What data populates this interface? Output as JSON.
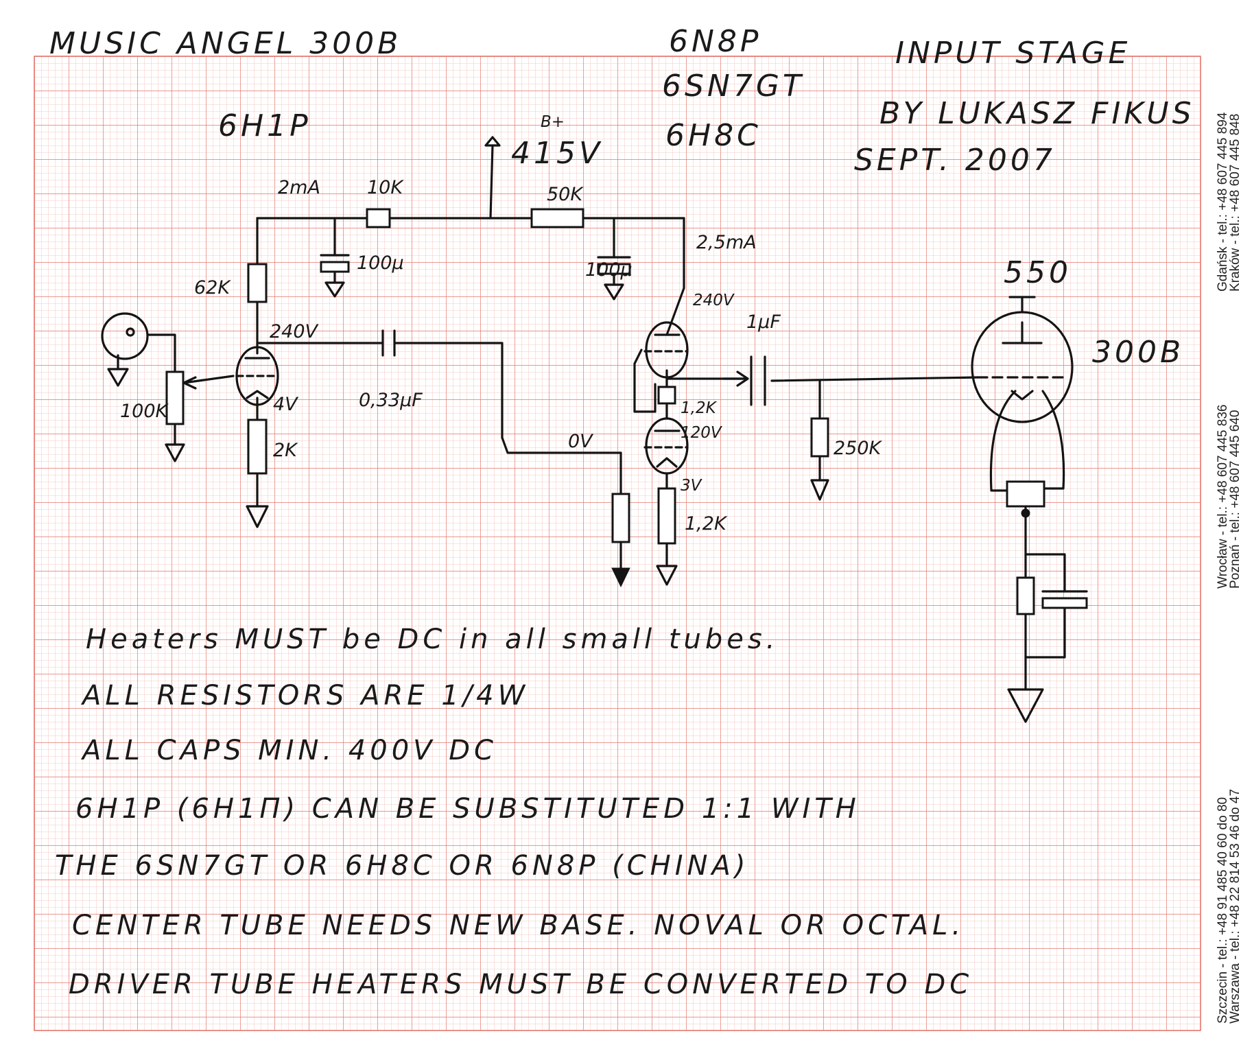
{
  "header": {
    "title": "MUSIC ANGEL 300B",
    "tubes": [
      "6N8P",
      "6SN7GT",
      "6H8C"
    ],
    "input_tube": "6H1P",
    "subtitle_1": "INPUT STAGE",
    "subtitle_2": "BY LUKASZ FIKUS",
    "date": "SEPT. 2007"
  },
  "schematic": {
    "supply_label": "B+",
    "supply_voltage": "415V",
    "labels": {
      "i_left": "2mA",
      "r_10k": "10K",
      "r_50k": "50K",
      "c_left": "100μ",
      "c_right": "100μ",
      "i_right": "2,5mA",
      "r_62k": "62K",
      "v_plate1": "240V",
      "v_plate2": "240V",
      "c_033": "0,33μF",
      "c_1uf": "1μF",
      "pot": "100K",
      "v_cath1": "4V",
      "r_2k": "2K",
      "r_12k_a": "1,2K",
      "v_120": "120V",
      "v_0": "0V",
      "v_3": "3V",
      "r_12k_b": "1,2K",
      "r_250k": "250K",
      "v_550": "550",
      "power_tube": "300B"
    }
  },
  "notes": [
    "Heaters MUST be DC in all small tubes.",
    "ALL RESISTORS ARE 1/4W",
    "ALL CAPS MIN. 400V DC",
    "6H1P (6H1П) CAN BE SUBSTITUTED 1:1 WITH",
    "THE 6SN7GT OR 6H8C OR 6N8P (CHINA)",
    "CENTER TUBE NEEDS NEW BASE. NOVAL OR OCTAL.",
    "DRIVER TUBE HEATERS MUST BE CONVERTED TO DC"
  ],
  "margin_contacts": [
    "Gdańsk - tel.: +48 607 445 894",
    "Kraków - tel.: +48 607 445 848",
    "Wrocław - tel.: +48 607 445 836",
    "Poznań - tel.: +48 607 445 640",
    "Szczecin - tel.: +48 91 485 40 60 do 80",
    "Warszawa - tel.: +48 22 814 53 46 do 47"
  ],
  "colors": {
    "paper": "#ffffff",
    "grid_minor": "#f3b7b0",
    "grid_major": "#e4766c",
    "ink": "#141414"
  }
}
